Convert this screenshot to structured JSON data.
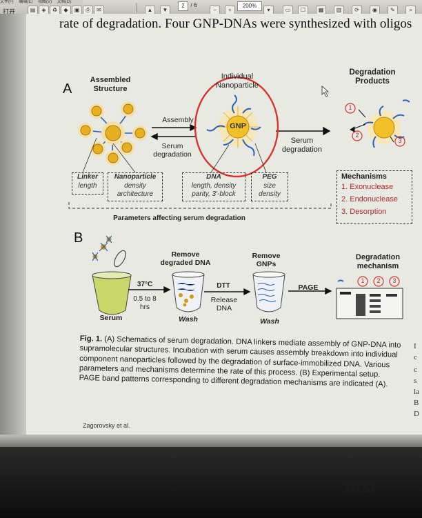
{
  "toolbar": {
    "menu_items": [
      "文件(F)",
      "编辑(E)",
      "视图(V)",
      "文档(D)"
    ],
    "open_label": "打开",
    "page_current": "2",
    "page_total": "/ 6",
    "zoom": "200%"
  },
  "heading": "rate of degradation. Four GNP-DNAs were synthesized with oligos",
  "panel_a": {
    "letter": "A",
    "assembled": "Assembled\nStructure",
    "individual": "Individual\nNanoparticle",
    "products": "Degradation\nProducts",
    "gnp": "GNP",
    "assembly": "Assembly",
    "serum_degradation_left": "Serum\ndegradation",
    "serum_degradation_right": "Serum\ndegradation",
    "param_boxes": [
      {
        "head": "Linker",
        "sub": "length"
      },
      {
        "head": "Nanoparticle",
        "sub": "density\narchitecture"
      },
      {
        "head": "DNA",
        "sub": "length, density\nparity, 3'-block"
      },
      {
        "head": "PEG",
        "sub": "size\ndensity"
      }
    ],
    "params_caption": "Parameters affecting serum degradation",
    "mech_title": "Mechanisms",
    "mechanisms": [
      "1. Exonuclease",
      "2. Endonuclease",
      "3. Desorption"
    ],
    "circled": [
      "1",
      "2",
      "3"
    ]
  },
  "panel_b": {
    "letter": "B",
    "serum": "Serum",
    "temp": "37°C",
    "time": "0.5 to 8\nhrs",
    "remove_dna": "Remove\ndegraded DNA",
    "wash1": "Wash",
    "dtt": "DTT",
    "release": "Release\nDNA",
    "remove_gnps": "Remove\nGNPs",
    "wash2": "Wash",
    "page": "PAGE",
    "deg_mech": "Degradation\nmechanism",
    "circled": [
      "1",
      "2",
      "3"
    ]
  },
  "caption": {
    "fig": "Fig. 1.",
    "text": "(A) Schematics of serum degradation. DNA linkers mediate assembly of GNP-DNA into supramolecular structures. Incubation with serum causes assembly breakdown into individual component nanoparticles followed by the degradation of surface-immobilized DNA. Various parameters and mechanisms determine the rate of this process. (B) Experimental setup. PAGE band patterns corresponding to different degradation mechanisms are indicated (A)."
  },
  "author": "Zagorovsky et al.",
  "right_margin": [
    "I",
    "c",
    "c",
    "s",
    "la",
    "B",
    "D"
  ],
  "colors": {
    "gold": "#e7b021",
    "dna_blue": "#2d62b8",
    "red_outline": "#d8322b",
    "green_tube": "#c8d66a"
  }
}
